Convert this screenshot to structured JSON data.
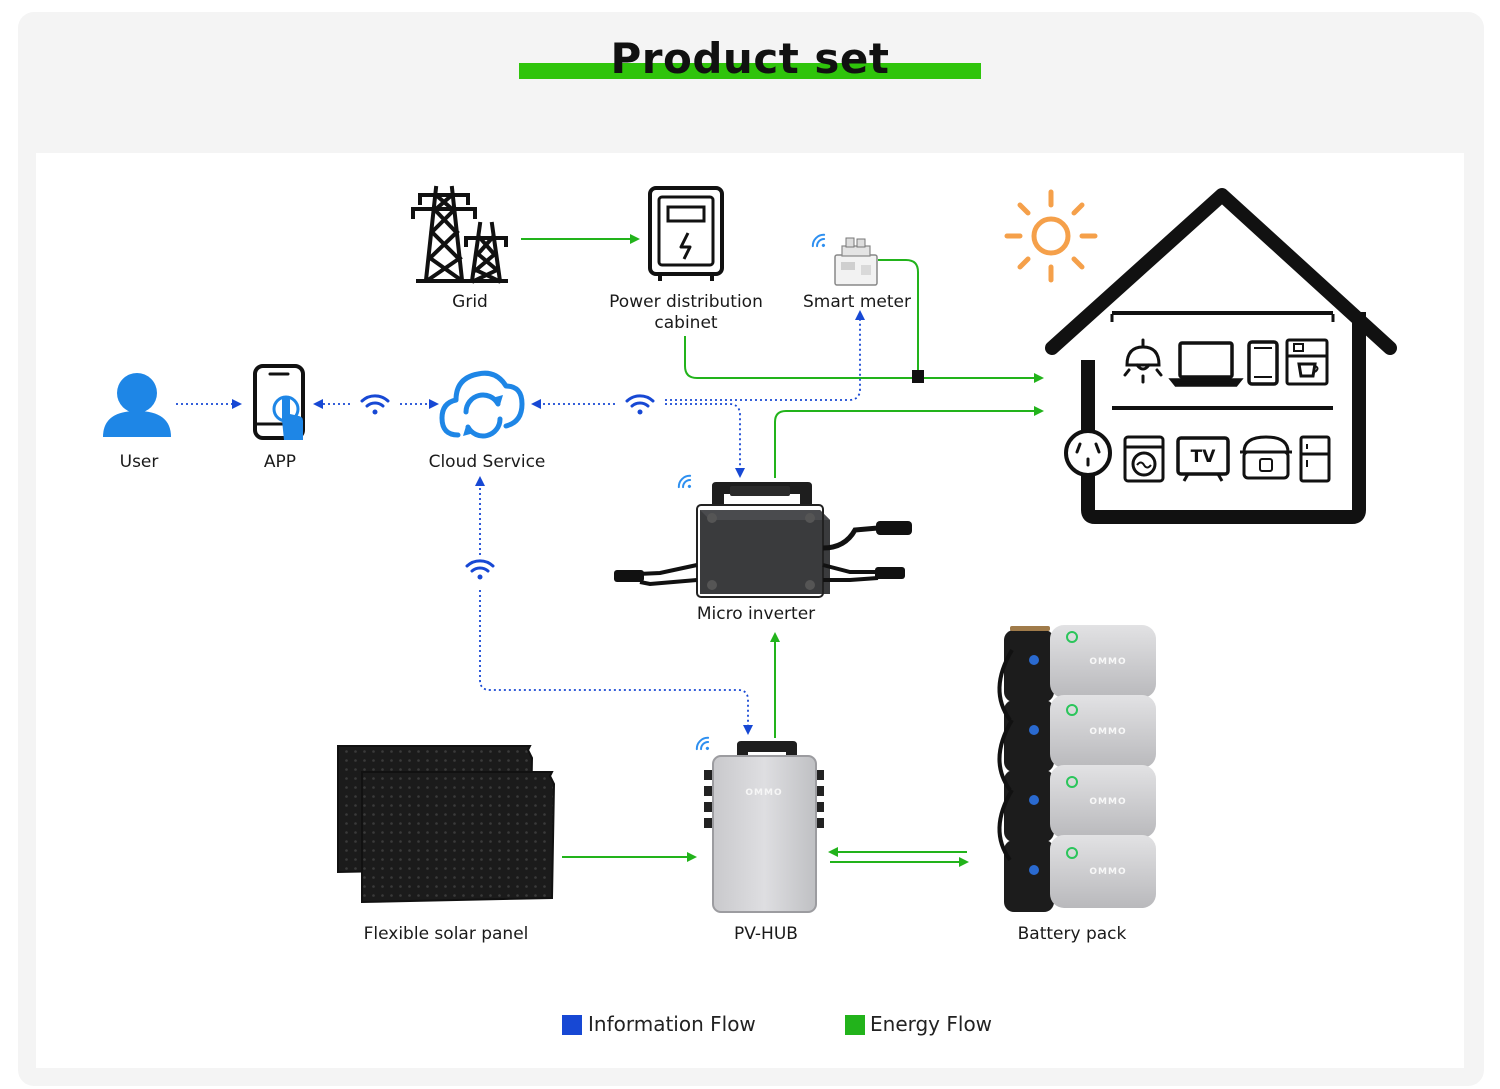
{
  "title": "Product set",
  "nodes": {
    "grid": "Grid",
    "cabinet_line1": "Power distribution",
    "cabinet_line2": "cabinet",
    "smart_meter": "Smart meter",
    "user": "User",
    "app": "APP",
    "cloud": "Cloud Service",
    "micro_inverter": "Micro inverter",
    "solar_panel": "Flexible solar panel",
    "pv_hub": "PV-HUB",
    "battery_pack": "Battery pack"
  },
  "device_brand": "OMMO",
  "tv_text": "TV",
  "legend": {
    "info": "Information Flow",
    "energy": "Energy Flow"
  },
  "colors": {
    "info_flow": "#1748d4",
    "energy_flow": "#22b31b",
    "accent_bar": "#2fc40b",
    "sun": "#f5a04a",
    "user_blue": "#1e86e6"
  }
}
